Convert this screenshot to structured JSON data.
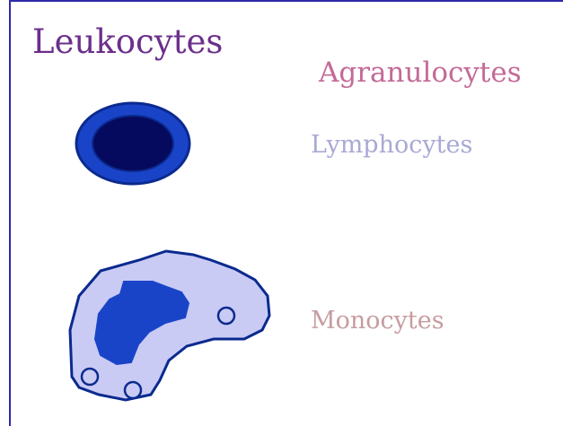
{
  "slide": {
    "title": "Leukocytes",
    "subtitle": "Agranulocytes",
    "cells": [
      {
        "label": "Lymphocytes",
        "icon": "lymphocyte-cell-icon"
      },
      {
        "label": "Monocytes",
        "icon": "monocyte-cell-icon"
      }
    ]
  },
  "colors": {
    "border": "#2d2aa8",
    "title": "#6b2f8c",
    "subtitle": "#c46a96",
    "lymphocytes_label": "#a8a9d4",
    "monocytes_label": "#c79ca0",
    "nucleus_dark": "#050a5e",
    "cell_blue": "#1a44c8",
    "cell_outline": "#0b2a8f",
    "cytoplasm_light": "#c9cbf4"
  }
}
